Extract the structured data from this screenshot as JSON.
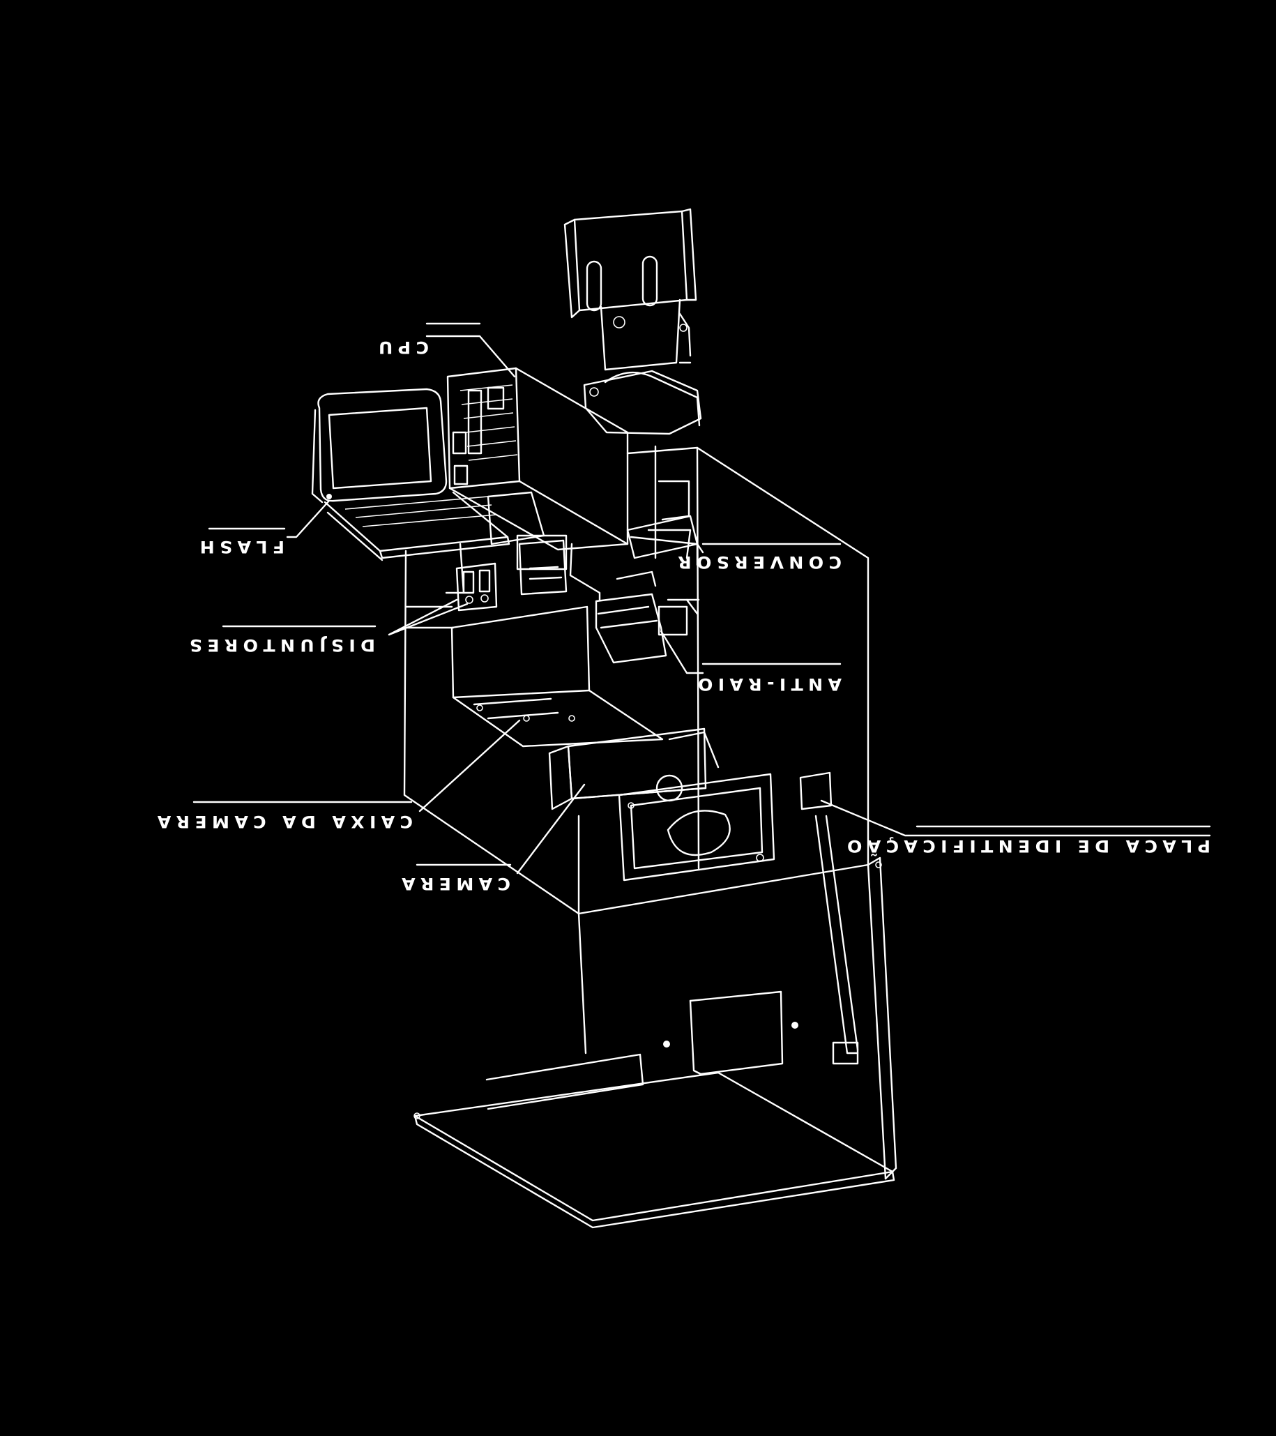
{
  "labels": {
    "cpu": "CPU",
    "flash": "FLASH",
    "conversor": "CONVERSOR",
    "disjuntores": "DISJUNTORES",
    "anti_raio": "ANTI-RAIO",
    "caixa_camera": "CAIXA DA CAMERA",
    "camera": "CAMERA",
    "placa": "PLACA DE IDENTIFICAÇÃO"
  },
  "colors": {
    "background": "#000000",
    "ink": "#ffffff"
  }
}
